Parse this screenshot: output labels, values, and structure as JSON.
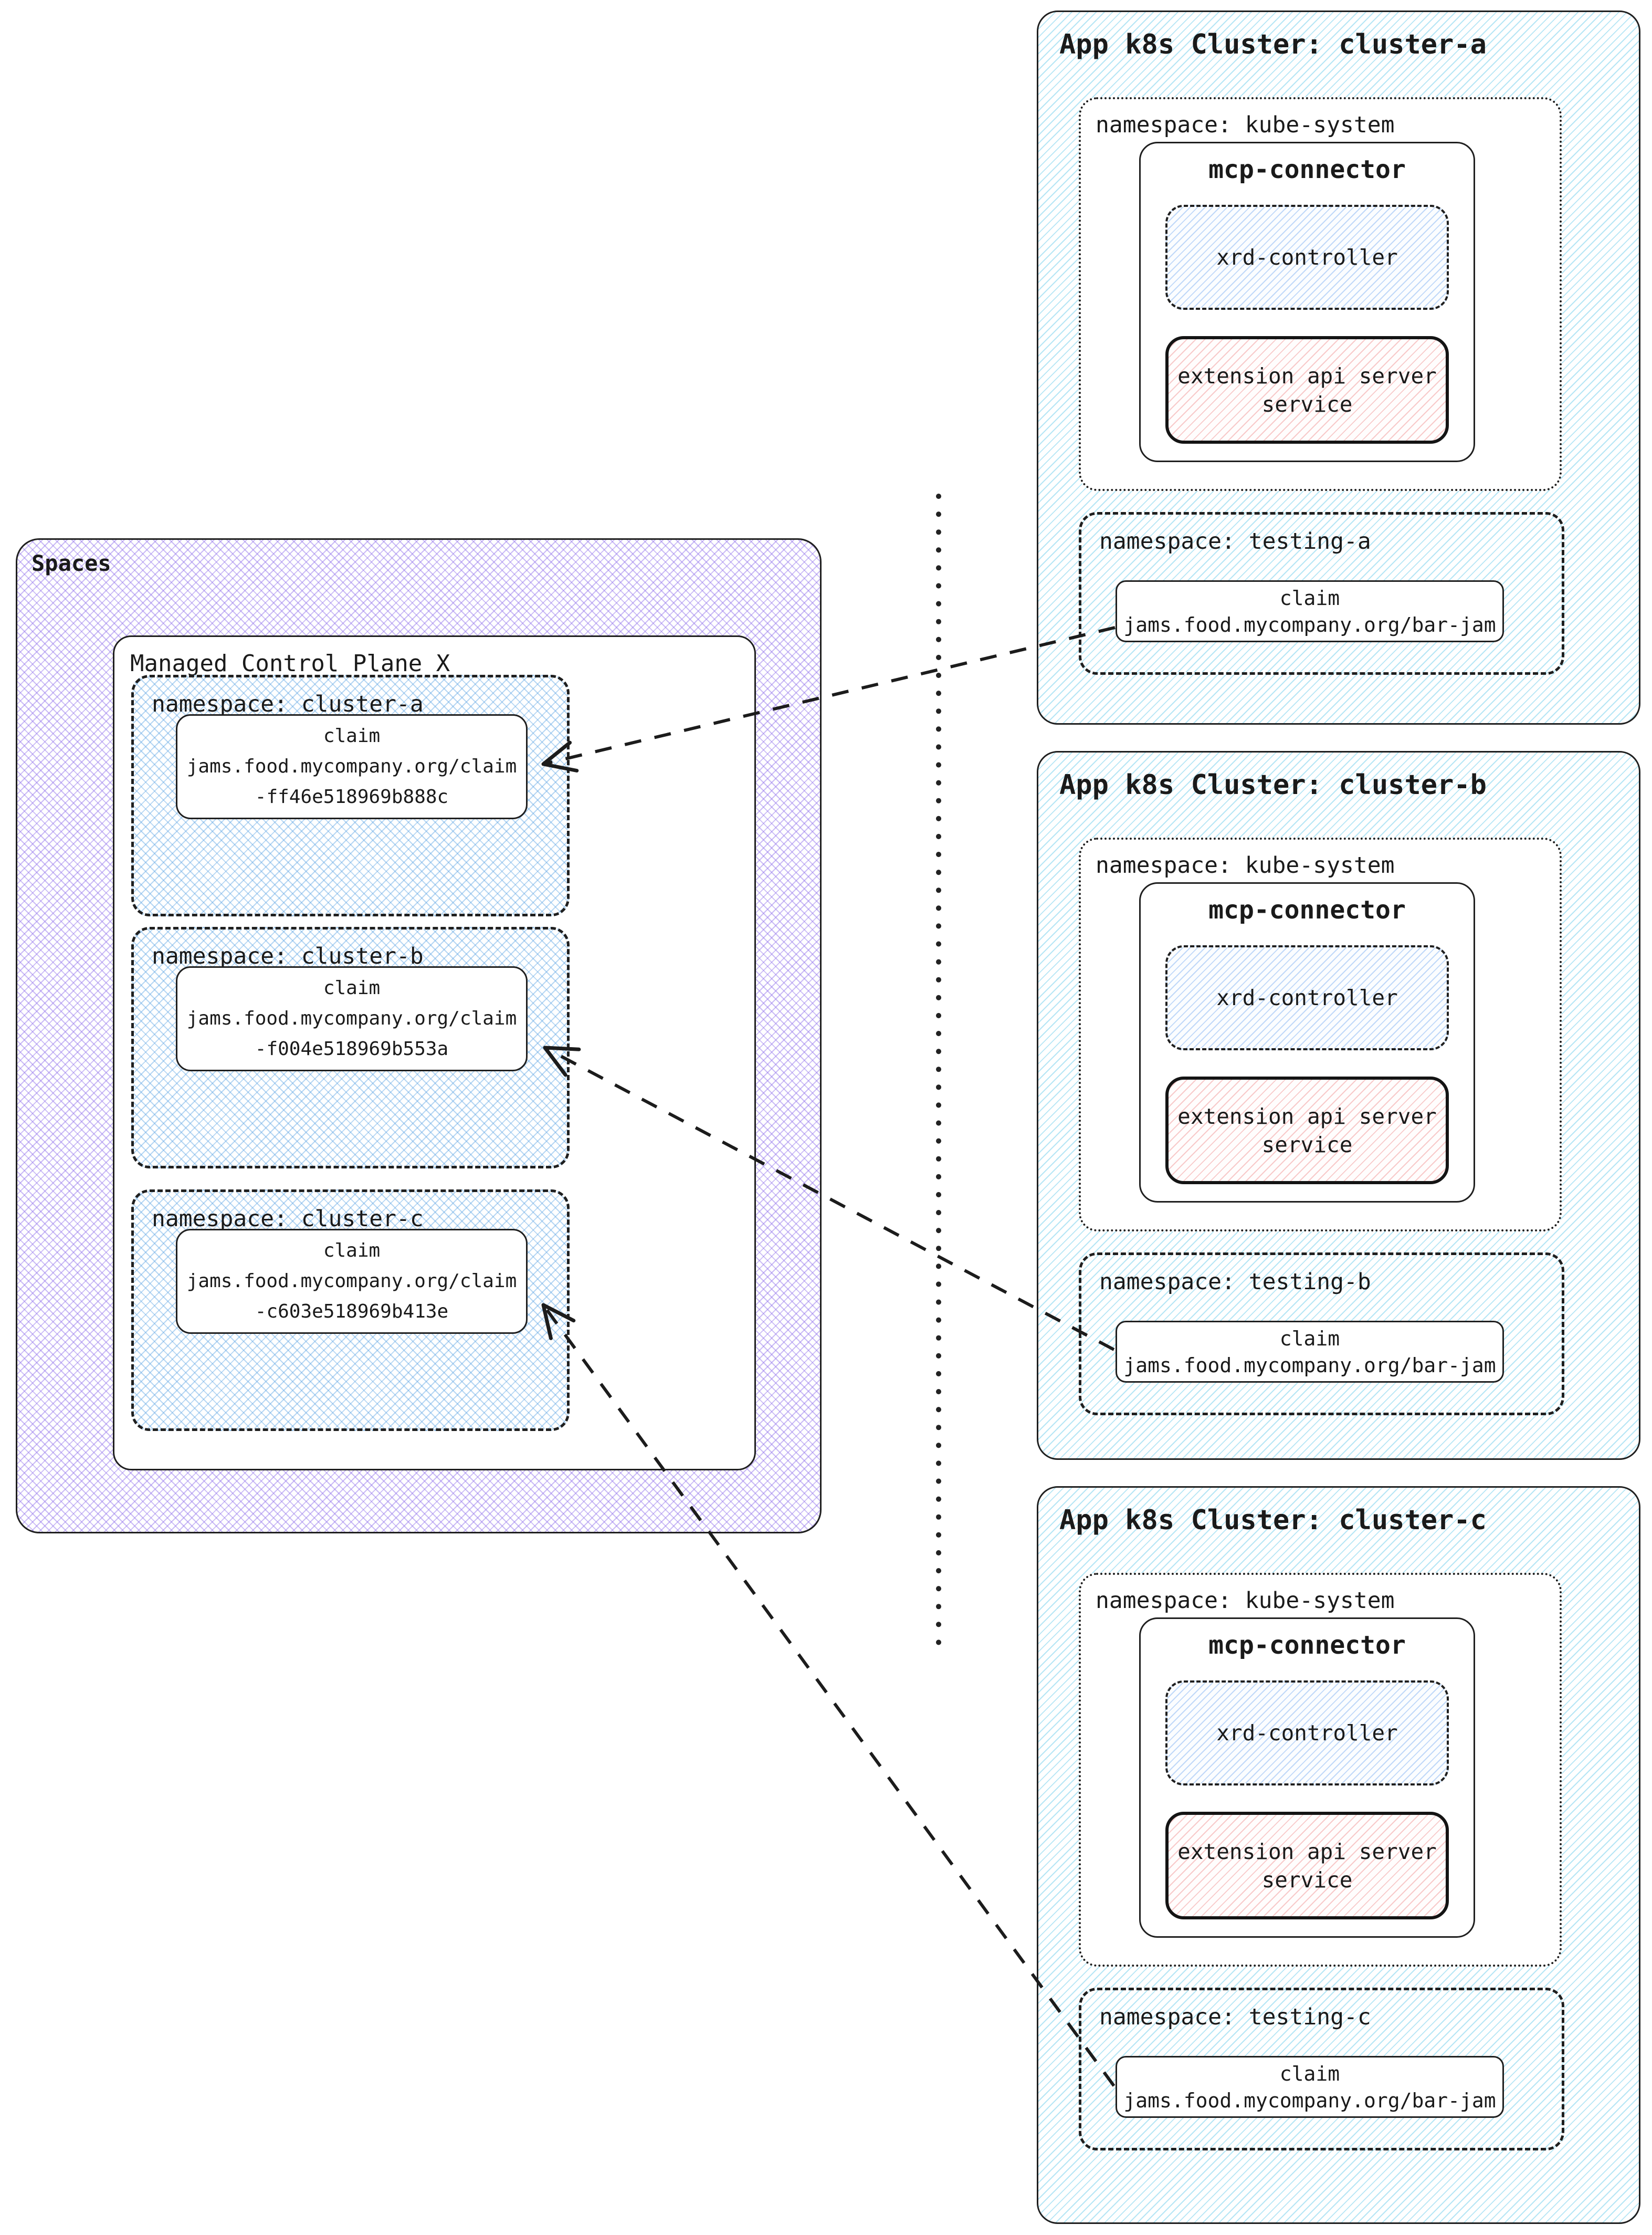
{
  "colors": {
    "ink": "#1f1f1f",
    "purple_hatch": "#977aec",
    "blue_cross_hatch": "#60a6e4",
    "cyan_hatch": "#50c3e8",
    "blue_diag_hatch": "#6ea5f0",
    "pink_hatch": "#ee7d7d"
  },
  "spaces": {
    "label": "Spaces",
    "managed_control_plane": {
      "label": "Managed Control Plane X",
      "namespaces": [
        {
          "label": "namespace: cluster-a",
          "claim": {
            "kind": "claim",
            "name": "jams.food.mycompany.org/claim-ff46e518969b888c"
          }
        },
        {
          "label": "namespace: cluster-b",
          "claim": {
            "kind": "claim",
            "name": "jams.food.mycompany.org/claim-f004e518969b553a"
          }
        },
        {
          "label": "namespace: cluster-c",
          "claim": {
            "kind": "claim",
            "name": "jams.food.mycompany.org/claim-c603e518969b413e"
          }
        }
      ]
    }
  },
  "clusters": [
    {
      "title": "App k8s Cluster: cluster-a",
      "kube_system": {
        "label": "namespace: kube-system",
        "mcp_connector": {
          "title": "mcp-connector",
          "xrd_controller": "xrd-controller",
          "extension_api": "extension api server service"
        }
      },
      "testing": {
        "label": "namespace: testing-a",
        "claim": {
          "kind": "claim",
          "name": "jams.food.mycompany.org/bar-jam"
        }
      }
    },
    {
      "title": "App k8s Cluster: cluster-b",
      "kube_system": {
        "label": "namespace: kube-system",
        "mcp_connector": {
          "title": "mcp-connector",
          "xrd_controller": "xrd-controller",
          "extension_api": "extension api server service"
        }
      },
      "testing": {
        "label": "namespace: testing-b",
        "claim": {
          "kind": "claim",
          "name": "jams.food.mycompany.org/bar-jam"
        }
      }
    },
    {
      "title": "App k8s Cluster: cluster-c",
      "kube_system": {
        "label": "namespace: kube-system",
        "mcp_connector": {
          "title": "mcp-connector",
          "xrd_controller": "xrd-controller",
          "extension_api": "extension api server service"
        }
      },
      "testing": {
        "label": "namespace: testing-c",
        "claim": {
          "kind": "claim",
          "name": "jams.food.mycompany.org/bar-jam"
        }
      }
    }
  ],
  "edges": [
    {
      "from": "cluster-a / namespace: testing-a / claim jams.food.mycompany.org/bar-jam",
      "to": "Managed Control Plane X / namespace: cluster-a / claim jams.food.mycompany.org/claim-ff46e518969b888c",
      "style": "dashed, open arrowhead"
    },
    {
      "from": "cluster-b / namespace: testing-b / claim jams.food.mycompany.org/bar-jam",
      "to": "Managed Control Plane X / namespace: cluster-b / claim jams.food.mycompany.org/claim-f004e518969b553a",
      "style": "dashed, open arrowhead"
    },
    {
      "from": "cluster-c / namespace: testing-c / claim jams.food.mycompany.org/bar-jam",
      "to": "Managed Control Plane X / namespace: cluster-c / claim jams.food.mycompany.org/claim-c603e518969b413e",
      "style": "dashed, open arrowhead"
    }
  ]
}
